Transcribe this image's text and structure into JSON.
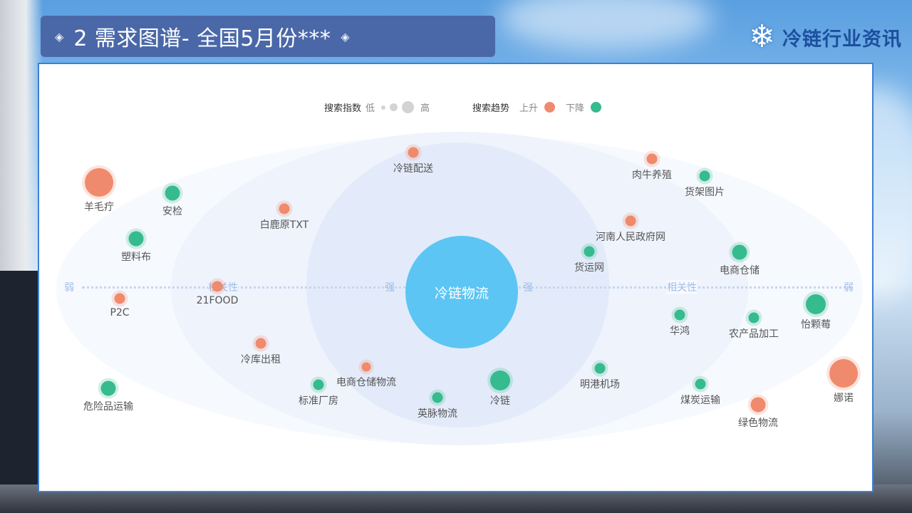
{
  "header": {
    "title": "2 需求图谱- 全国5月份***",
    "left_ornament": "◈",
    "right_ornament": "◈",
    "brand_icon": "snowflake-icon",
    "brand_text": "冷链行业资讯"
  },
  "legend": {
    "search_index_label": "搜索指数",
    "low": "低",
    "high": "高",
    "trend_label": "搜索趋势",
    "up_label": "上升",
    "down_label": "下降"
  },
  "axis": {
    "weak_left": "弱",
    "relevance_left": "相关性",
    "strong_left": "强",
    "strong_right": "强",
    "relevance_right": "相关性",
    "weak_right": "弱"
  },
  "colors": {
    "up": "#f08a6c",
    "down": "#36bb8e",
    "center": "#5cc5f4",
    "title_bar": "#4a68a8",
    "panel_border": "#3d7fd6"
  },
  "center_label": "冷链物流",
  "nodes": [
    {
      "label": "冷链配送",
      "trend": "up",
      "index": 2
    },
    {
      "label": "羊毛疔",
      "trend": "up",
      "index": 5
    },
    {
      "label": "安检",
      "trend": "down",
      "index": 3
    },
    {
      "label": "白鹿原TXT",
      "trend": "up",
      "index": 2
    },
    {
      "label": "塑料布",
      "trend": "down",
      "index": 3
    },
    {
      "label": "P2C",
      "trend": "up",
      "index": 2
    },
    {
      "label": "21FOOD",
      "trend": "up",
      "index": 2
    },
    {
      "label": "冷库出租",
      "trend": "up",
      "index": 2
    },
    {
      "label": "危险品运输",
      "trend": "down",
      "index": 3
    },
    {
      "label": "标准厂房",
      "trend": "down",
      "index": 2
    },
    {
      "label": "电商仓储物流",
      "trend": "up",
      "index": 1
    },
    {
      "label": "英脉物流",
      "trend": "down",
      "index": 2
    },
    {
      "label": "冷链",
      "trend": "down",
      "index": 4
    },
    {
      "label": "肉牛养殖",
      "trend": "up",
      "index": 2
    },
    {
      "label": "货架图片",
      "trend": "down",
      "index": 2
    },
    {
      "label": "河南人民政府网",
      "trend": "up",
      "index": 2
    },
    {
      "label": "货运网",
      "trend": "down",
      "index": 2
    },
    {
      "label": "电商仓储",
      "trend": "down",
      "index": 3
    },
    {
      "label": "华鸿",
      "trend": "down",
      "index": 2
    },
    {
      "label": "农产品加工",
      "trend": "down",
      "index": 2
    },
    {
      "label": "怡颗莓",
      "trend": "down",
      "index": 4
    },
    {
      "label": "明港机场",
      "trend": "down",
      "index": 2
    },
    {
      "label": "煤炭运输",
      "trend": "down",
      "index": 2
    },
    {
      "label": "娜诺",
      "trend": "up",
      "index": 5
    },
    {
      "label": "绿色物流",
      "trend": "up",
      "index": 3
    }
  ]
}
